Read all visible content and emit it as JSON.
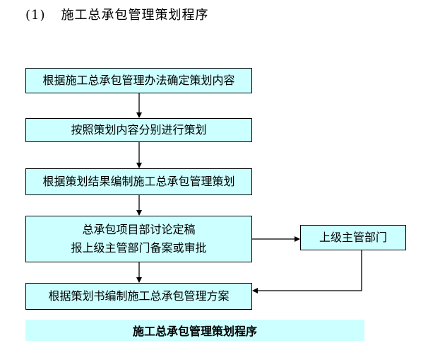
{
  "heading": {
    "number": "(1)",
    "text": "施工总承包管理策划程序"
  },
  "steps": {
    "s1": "根据施工总承包管理办法确定策划内容",
    "s2": "按照策划内容分别进行策划",
    "s3": "根据策划结果编制施工总承包管理策划",
    "s4_line1": "总承包项目部讨论定稿",
    "s4_line2": "报上级主管部门备案或审批",
    "s5": "根据策划书编制施工总承包管理方案",
    "side": "上级主管部门"
  },
  "caption": "施工总承包管理策划程序",
  "colors": {
    "box_fill": "#ccffff",
    "stroke": "#000000"
  }
}
